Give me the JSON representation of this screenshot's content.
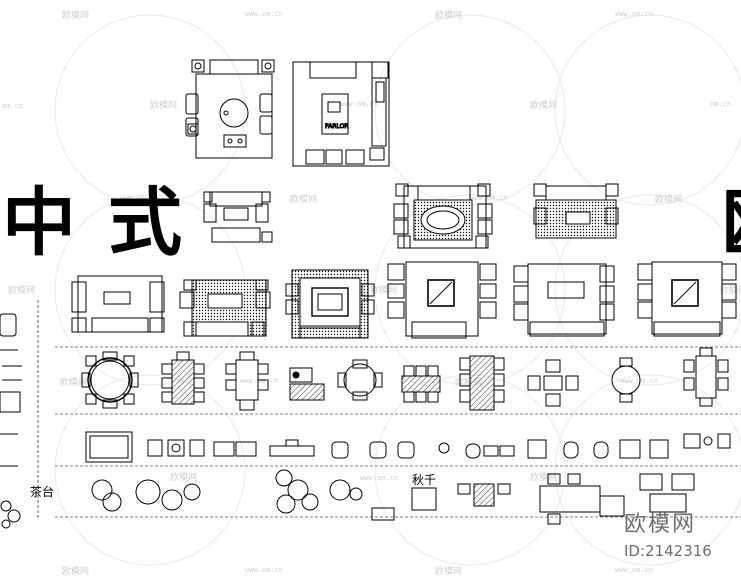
{
  "title_chars": [
    "中",
    "式",
    "欧"
  ],
  "watermark": {
    "text": "欧模网",
    "url": "www.om.cn",
    "url_short": "om.cn"
  },
  "labels": {
    "parlor": "PARLOR",
    "tea_table": "茶台",
    "swing": "秋千"
  },
  "brand": {
    "logo": "欧模网",
    "id": "ID:2142316"
  }
}
